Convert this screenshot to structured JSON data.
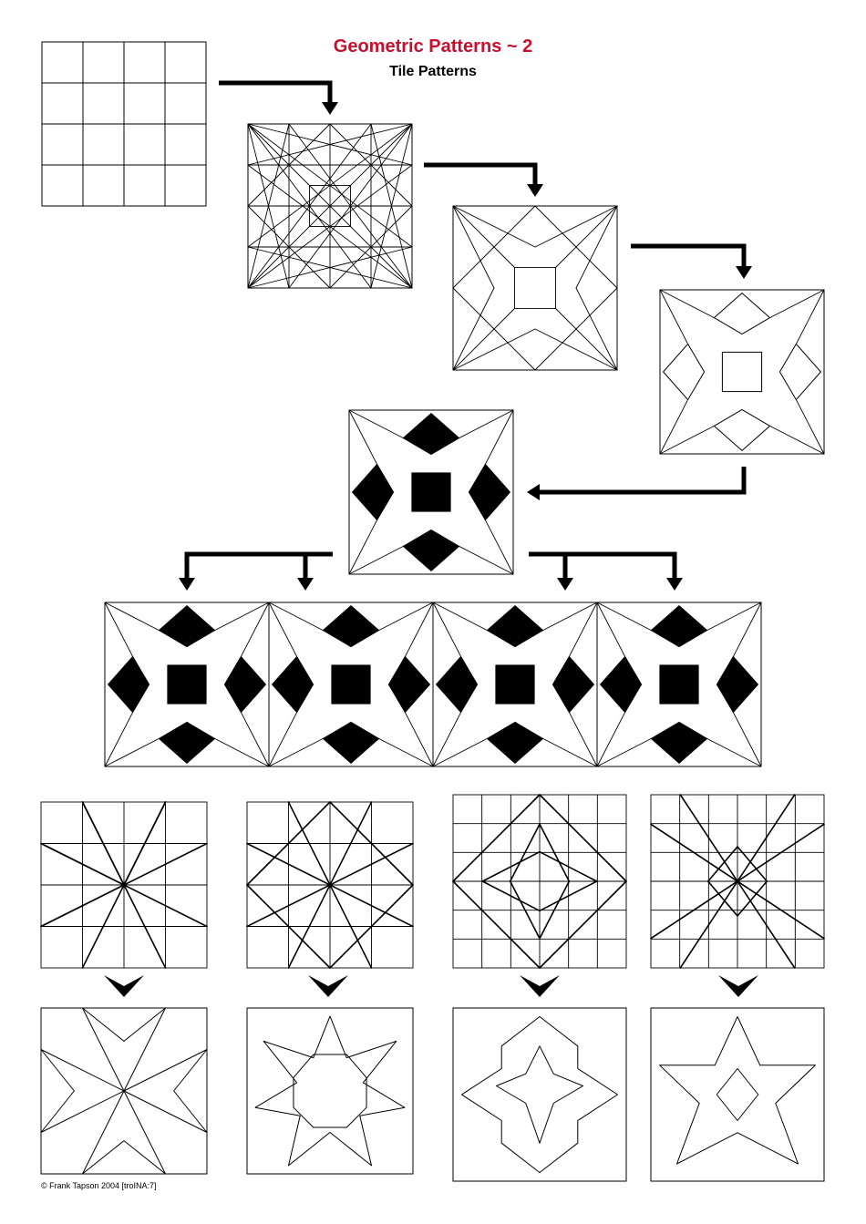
{
  "header": {
    "title": "Geometric Patterns ~ 2",
    "subtitle": "Tile Patterns"
  },
  "footer": {
    "copyright": "© Frank Tapson 2004 [troINA:7]"
  },
  "colors": {
    "title": "#c8102e",
    "ink": "#000000",
    "paper": "#ffffff"
  },
  "construction_sequence": {
    "steps": [
      "4x4 grid",
      "construction lines",
      "selected lines",
      "outline pattern",
      "shaded tile",
      "tiled strip"
    ],
    "strip_tile_count": 4
  },
  "variations": {
    "count": 4,
    "grid_sizes": [
      4,
      4,
      6,
      6
    ]
  }
}
